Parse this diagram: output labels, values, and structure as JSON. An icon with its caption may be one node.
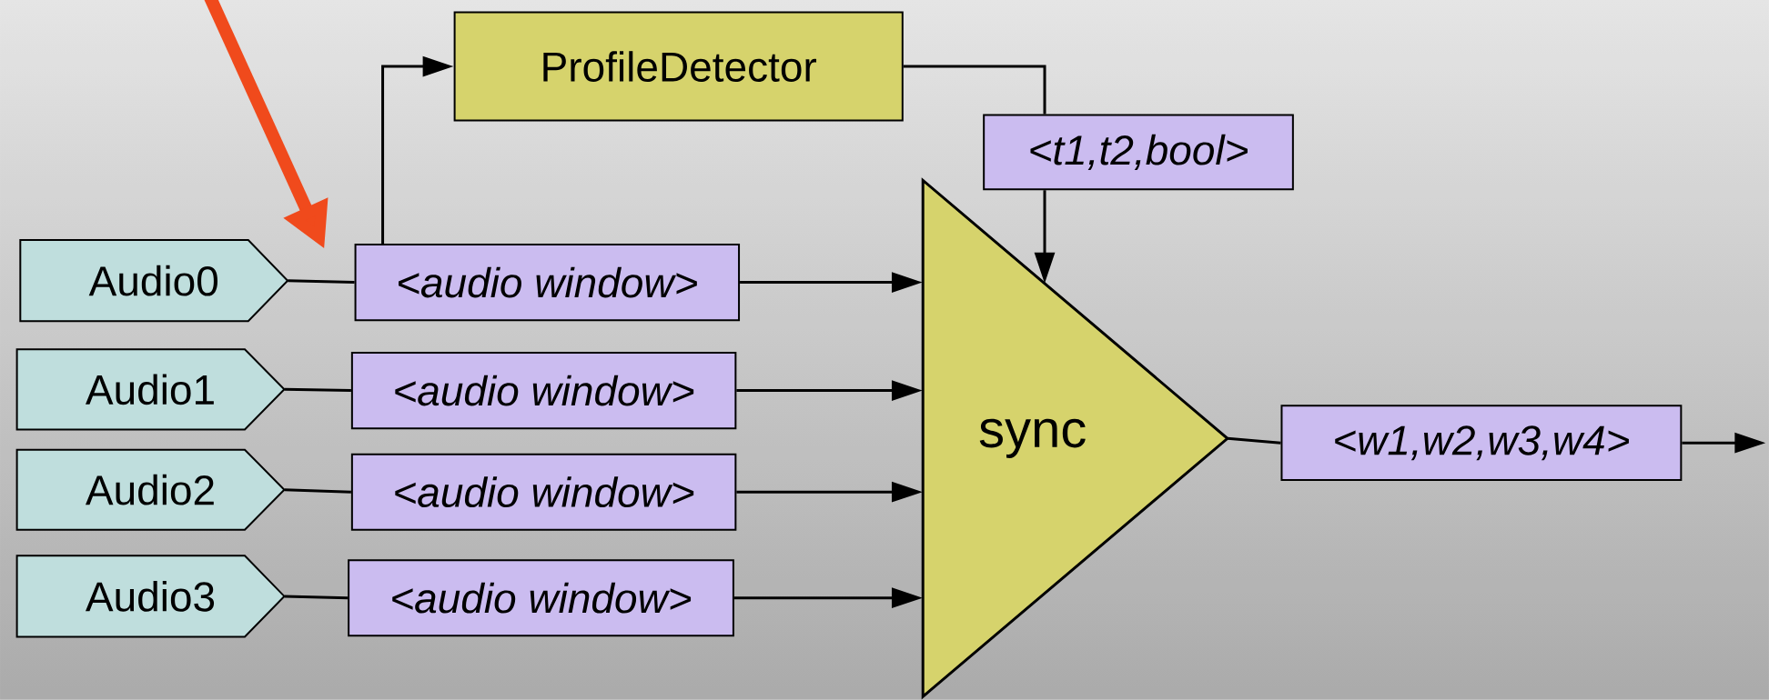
{
  "diagram": {
    "nodes": [
      {
        "text": [
          "Audio0"
        ]
      },
      {
        "text": [
          "Audio1"
        ]
      },
      {
        "text": [
          "Audio2"
        ]
      },
      {
        "text": [
          "Audio3"
        ]
      },
      {
        "text": [
          "<audio window>"
        ]
      },
      {
        "text": [
          "<audio window>"
        ]
      },
      {
        "text": [
          "<audio window>"
        ]
      },
      {
        "text": [
          "<audio window>"
        ]
      },
      {
        "text": [
          "ProfileDetector"
        ]
      },
      {
        "text": [
          "<t1,t2,bool>"
        ]
      },
      {
        "text": [
          "sync"
        ]
      },
      {
        "text": [
          "<w1,w2,w3,w4>"
        ]
      }
    ],
    "edges": [
      {
        "from": null,
        "to": 4,
        "arrow": "to",
        "style": "thick",
        "color": "#f04a1c"
      },
      {
        "from": 0,
        "to": 4,
        "arrow": "none"
      },
      {
        "from": 1,
        "to": 5,
        "arrow": "none"
      },
      {
        "from": 2,
        "to": 6,
        "arrow": "none"
      },
      {
        "from": 3,
        "to": 7,
        "arrow": "none"
      },
      {
        "from": 4,
        "to": 8,
        "arrow": "to"
      },
      {
        "from": 8,
        "to": 9,
        "arrow": "none"
      },
      {
        "from": 9,
        "to": 10,
        "arrow": "to"
      },
      {
        "from": 4,
        "to": 10,
        "arrow": "to"
      },
      {
        "from": 5,
        "to": 10,
        "arrow": "to"
      },
      {
        "from": 6,
        "to": 10,
        "arrow": "to"
      },
      {
        "from": 7,
        "to": 10,
        "arrow": "to"
      },
      {
        "from": 10,
        "to": 11,
        "arrow": "none"
      },
      {
        "from": 11,
        "to": null,
        "arrow": "to"
      }
    ]
  }
}
